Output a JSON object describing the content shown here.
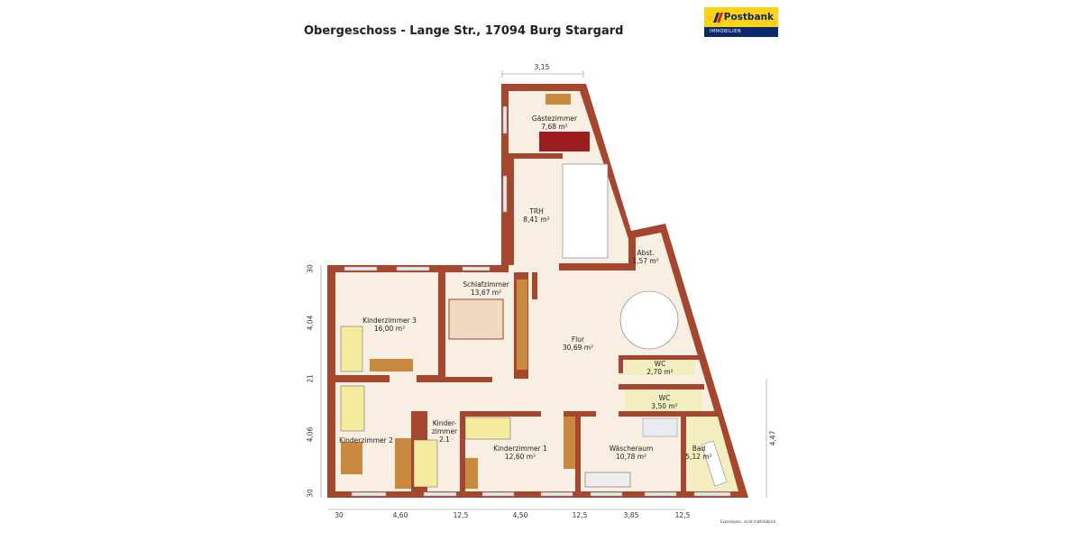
{
  "title": "Obergeschoss - Lange Str., 17094 Burg Stargard",
  "logo": {
    "brand": "Postbank",
    "sub": "IMMOBILIEN",
    "colors": {
      "yellow": "#fcd116",
      "blue": "#0b2a6b"
    }
  },
  "colors": {
    "wall": "#a5472f",
    "floor": "#f8eee2",
    "tile": "#f3eec0"
  },
  "rooms": [
    {
      "name": "Gästezimmer",
      "area": "7,68 m²"
    },
    {
      "name": "TRH",
      "area": "8,41 m²"
    },
    {
      "name": "Abst.",
      "area": "1,57 m²"
    },
    {
      "name": "Schlafzimmer",
      "area": "13,67 m²"
    },
    {
      "name": "Kinderzimmer 3",
      "area": "16,00 m²"
    },
    {
      "name": "Flur",
      "area": "30,69 m²"
    },
    {
      "name": "WC",
      "area": "2,70 m²"
    },
    {
      "name": "WC",
      "area": "3,50 m²"
    },
    {
      "name": "Kinderzimmer 2",
      "area": ""
    },
    {
      "name": "Kinder-\nzimmer\n2.1",
      "area": ""
    },
    {
      "name": "Kinderzimmer 1",
      "area": "12,60 m²"
    },
    {
      "name": "Wäscheraum",
      "area": "10,78 m²"
    },
    {
      "name": "Bad",
      "area": "5,12 m²"
    }
  ],
  "dimensions": {
    "top": "3,15",
    "left": [
      "30",
      "4,04",
      "21",
      "4,06",
      "30"
    ],
    "right": "4,47",
    "bottom": [
      "30",
      "4,60",
      "12,5",
      "4,50",
      "12,5",
      "3,85",
      "12,5"
    ]
  },
  "footnote": "Exposéplan, nicht maßstäblich"
}
